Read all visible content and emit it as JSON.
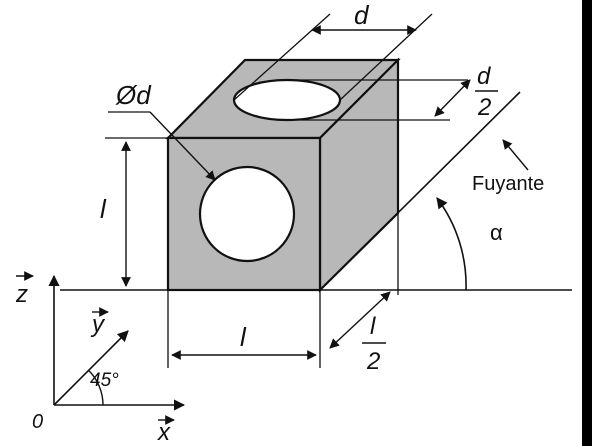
{
  "figure": {
    "labels": {
      "hole_diameter": "Ød",
      "top_width": "d",
      "frac_d_num": "d",
      "frac_d_den": "2",
      "height": "l",
      "bottom_width": "l",
      "frac_l_num": "l",
      "frac_l_den": "2",
      "fuyante": "Fuyante",
      "alpha": "α",
      "angle_45": "45°",
      "origin": "0",
      "axis_x": "x",
      "axis_y": "y",
      "axis_z": "z"
    },
    "colors": {
      "face_fill": "#b8b8b8",
      "hole_fill": "#ffffff",
      "line": "#111111",
      "frame_border": "#000000"
    }
  }
}
